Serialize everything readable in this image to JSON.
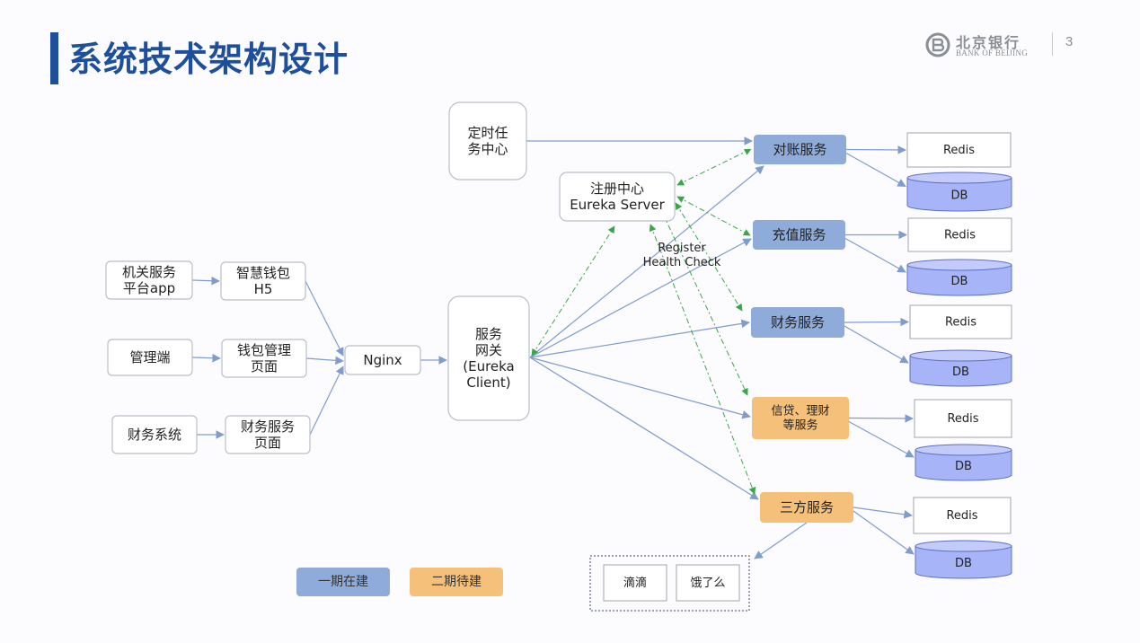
{
  "header": {
    "title": "系统技术架构设计",
    "logo_cn": "北京银行",
    "logo_en": "BANK OF BEIJING",
    "page_number": "3"
  },
  "colors": {
    "phase1": "#8fabd9",
    "phase2": "#f5c07a",
    "db_fill": "#a8b4f8",
    "edge": "#7f9ccc",
    "dashed_edge": "#3aa64a",
    "box_border": "#b9bfc8",
    "title": "#1e4f9c"
  },
  "nodes": {
    "app": {
      "lines": [
        "机关服务",
        "平台app"
      ]
    },
    "manage": {
      "lines": [
        "管理端"
      ]
    },
    "finsys": {
      "lines": [
        "财务系统"
      ]
    },
    "h5": {
      "lines": [
        "智慧钱包",
        "H5"
      ]
    },
    "walletpage": {
      "lines": [
        "钱包管理",
        "页面"
      ]
    },
    "finpage": {
      "lines": [
        "财务服务",
        "页面"
      ]
    },
    "nginx": {
      "lines": [
        "Nginx"
      ]
    },
    "gateway": {
      "lines": [
        "服务",
        "网关",
        "(Eureka",
        "Client)"
      ]
    },
    "timer": {
      "lines": [
        "定时任",
        "务中心"
      ]
    },
    "eureka": {
      "lines": [
        "注册中心",
        "Eureka Server"
      ]
    },
    "register_label": {
      "lines": [
        "Register",
        "Health Check"
      ]
    },
    "reconcile": {
      "lines": [
        "对账服务"
      ]
    },
    "recharge": {
      "lines": [
        "充值服务"
      ]
    },
    "finance": {
      "lines": [
        "财务服务"
      ]
    },
    "credit": {
      "lines": [
        "信贷、理财",
        "等服务"
      ]
    },
    "third": {
      "lines": [
        "三方服务"
      ]
    },
    "redis1": {
      "lines": [
        "Redis"
      ]
    },
    "redis2": {
      "lines": [
        "Redis"
      ]
    },
    "redis3": {
      "lines": [
        "Redis"
      ]
    },
    "redis4": {
      "lines": [
        "Redis"
      ]
    },
    "redis5": {
      "lines": [
        "Redis"
      ]
    },
    "db1": {
      "lines": [
        "DB"
      ]
    },
    "db2": {
      "lines": [
        "DB"
      ]
    },
    "db3": {
      "lines": [
        "DB"
      ]
    },
    "db4": {
      "lines": [
        "DB"
      ]
    },
    "db5": {
      "lines": [
        "DB"
      ]
    },
    "didi": {
      "lines": [
        "滴滴"
      ]
    },
    "eleme": {
      "lines": [
        "饿了么"
      ]
    }
  },
  "legend": {
    "phase1": "一期在建",
    "phase2": "二期待建"
  }
}
